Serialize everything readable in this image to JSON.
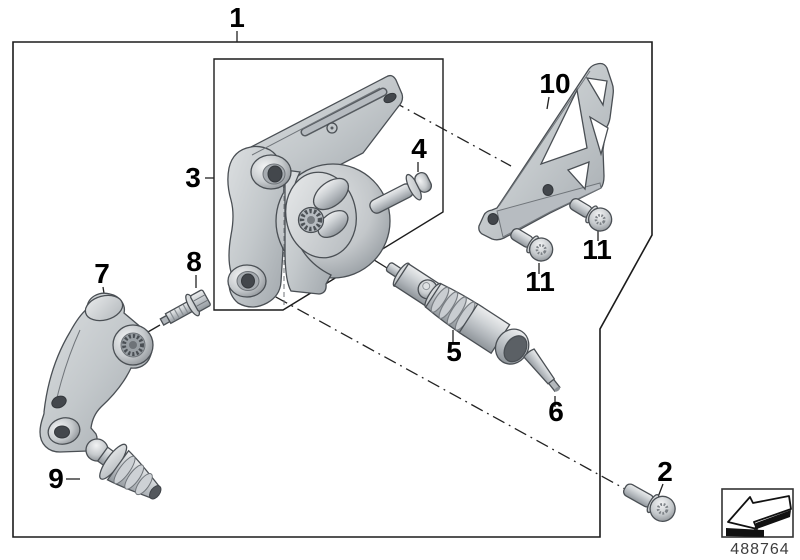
{
  "diagram": {
    "callouts": {
      "c1": "1",
      "c2": "2",
      "c3": "3",
      "c4": "4",
      "c5": "5",
      "c6": "6",
      "c7": "7",
      "c8": "8",
      "c9": "9",
      "c10": "10",
      "c11_upper": "11",
      "c11_lower": "11"
    },
    "footer_code": "488764",
    "icons": {
      "direction_arrow": "direction-arrow-icon"
    },
    "colors": {
      "background": "#ffffff",
      "frame": "#1c1c1c",
      "outline": "#4a4f54",
      "metal_light": "#e9ebec",
      "metal_mid": "#c3c8cb",
      "metal_dark": "#8f959a",
      "hole": "#43474c",
      "label": "#000000",
      "footer_text": "#3d3d3d"
    }
  }
}
